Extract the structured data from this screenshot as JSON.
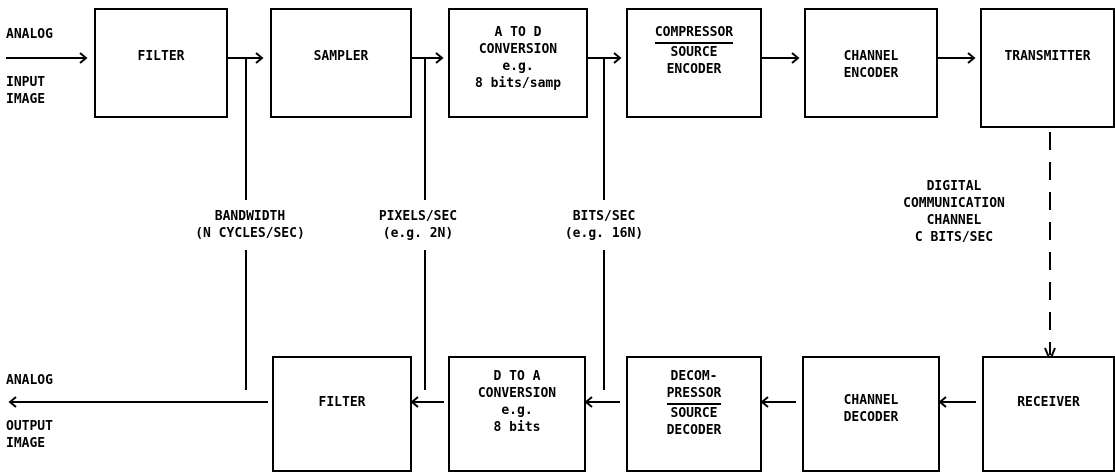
{
  "diagram": {
    "input": {
      "line1": "ANALOG",
      "line2": "INPUT",
      "line3": "IMAGE"
    },
    "output": {
      "line1": "ANALOG",
      "line2": "OUTPUT",
      "line3": "IMAGE"
    },
    "top_row": {
      "filter": "FILTER",
      "sampler": "SAMPLER",
      "atod": {
        "line1": "A TO D",
        "line2": "CONVERSION",
        "line3": "e.g.",
        "line4": "8 bits/samp"
      },
      "compressor": {
        "line1": "COMPRESSOR",
        "line2": "SOURCE",
        "line3": "ENCODER"
      },
      "channel_encoder": {
        "line1": "CHANNEL",
        "line2": "ENCODER"
      },
      "transmitter": "TRANSMITTER"
    },
    "bottom_row": {
      "filter": "FILTER",
      "dtoa": {
        "line1": "D TO A",
        "line2": "CONVERSION",
        "line3": "e.g.",
        "line4": "8 bits"
      },
      "decompressor": {
        "line1": "DECOM-",
        "line2": "PRESSOR",
        "line3": "SOURCE",
        "line4": "DECODER"
      },
      "channel_decoder": {
        "line1": "CHANNEL",
        "line2": "DECODER"
      },
      "receiver": "RECEIVER"
    },
    "annotations": {
      "bandwidth": {
        "line1": "BANDWIDTH",
        "line2": "(N CYCLES/SEC)"
      },
      "pixels": {
        "line1": "PIXELS/SEC",
        "line2": "(e.g. 2N)"
      },
      "bits": {
        "line1": "BITS/SEC",
        "line2": "(e.g. 16N)"
      },
      "channel": {
        "line1": "DIGITAL",
        "line2": "COMMUNICATION",
        "line3": "CHANNEL",
        "line4": "C BITS/SEC"
      }
    }
  }
}
